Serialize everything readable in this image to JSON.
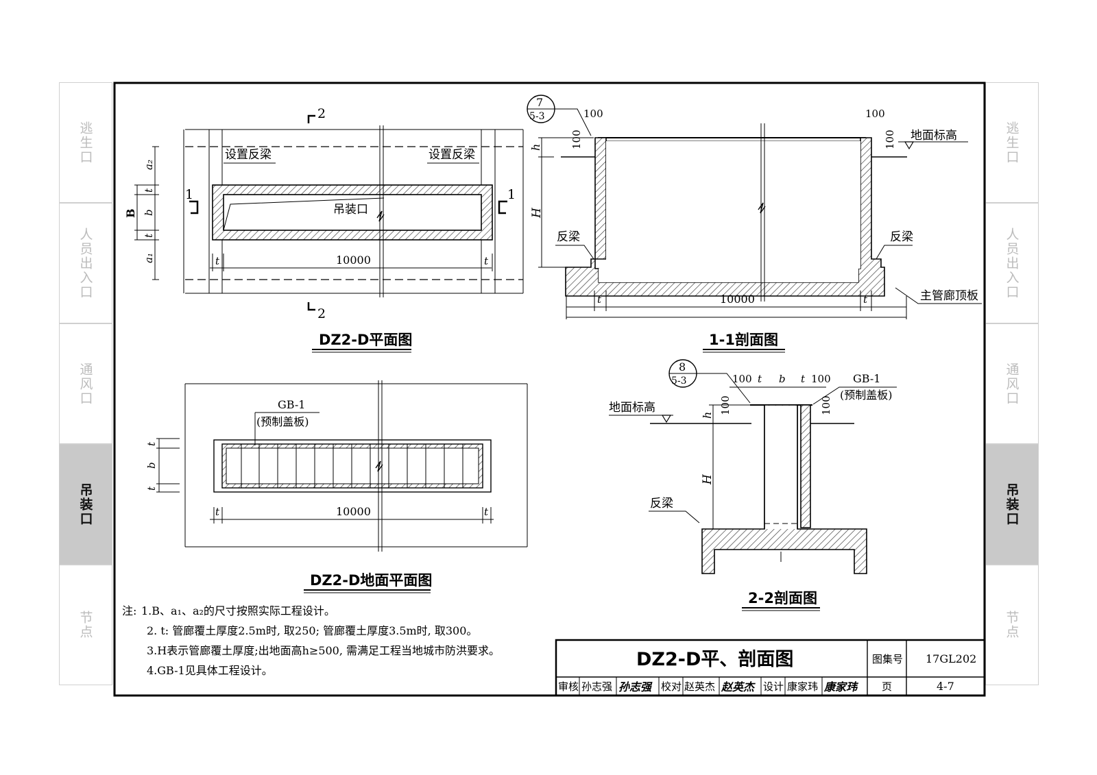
{
  "side_tabs": {
    "left": [
      "逃生口",
      "人员出入口",
      "通风口",
      "吊装口",
      "节点"
    ],
    "right": [
      "逃生口",
      "人员出入口",
      "通风口",
      "吊装口",
      "节点"
    ],
    "active": "吊装口"
  },
  "plan": {
    "title": "DZ2-D平面图",
    "section_mark_top": "2",
    "section_mark_bottom": "2",
    "section_mark_left": "1",
    "section_mark_right": "1",
    "beam_label_left": "设置反梁",
    "beam_label_right": "设置反梁",
    "opening_label": "吊装口",
    "length_dim": "10000",
    "dim_a2": "a₂",
    "dim_a1": "a₁",
    "dim_B": "B",
    "dim_b": "b",
    "dim_t": "t"
  },
  "section_11": {
    "title": "1-1剖面图",
    "detail_ref_top": "7",
    "detail_ref_bottom": "5-3",
    "dim_100_left": "100",
    "dim_100_right": "100",
    "dim_100_vert_left": "100",
    "dim_100_vert_right": "100",
    "ground_label": "地面标高",
    "beam_left": "反梁",
    "beam_right": "反梁",
    "roof_label": "主管廊顶板",
    "length_dim": "10000",
    "dim_h": "h",
    "dim_H": "H",
    "dim_t": "t"
  },
  "ground_plan": {
    "title": "DZ2-D地面平面图",
    "cover_label": "GB-1",
    "cover_sub": "(预制盖板)",
    "length_dim": "10000",
    "dim_b": "b",
    "dim_t": "t"
  },
  "section_22": {
    "title": "2-2剖面图",
    "detail_ref_top": "8",
    "detail_ref_bottom": "5-3",
    "dim_top": [
      "100",
      "t",
      "b",
      "t",
      "100"
    ],
    "cover_label": "GB-1",
    "cover_sub": "(预制盖板)",
    "ground_label": "地面标高",
    "beam_label": "反梁",
    "dim_100_left": "100",
    "dim_100_right": "100",
    "dim_h": "h",
    "dim_H": "H"
  },
  "notes": {
    "prefix": "注:",
    "lines": [
      "1.B、a₁、a₂的尺寸按照实际工程设计。",
      "2. t: 管廊覆土厚度2.5m时, 取250; 管廊覆土厚度3.5m时, 取300。",
      "3.H表示管廊覆土厚度;出地面高h≥500, 需满足工程当地城市防洪要求。",
      "4.GB-1见具体工程设计。"
    ]
  },
  "title_block": {
    "drawing_title": "DZ2-D平、剖面图",
    "atlas_label": "图集号",
    "atlas_value": "17GL202",
    "page_label": "页",
    "page_value": "4-7",
    "review_label": "审核",
    "review_name": "孙志强",
    "check_label": "校对",
    "check_name": "赵英杰",
    "design_label": "设计",
    "design_name": "康家玮",
    "sign_review": "孙志强",
    "sign_check": "赵英杰",
    "sign_design": "康家玮"
  }
}
